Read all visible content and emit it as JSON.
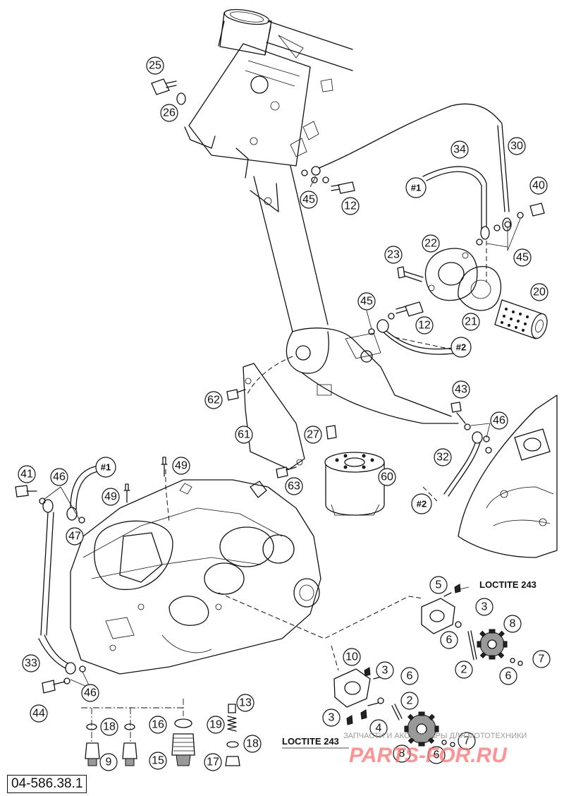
{
  "diagram": {
    "reference_number": "04-586.38.1",
    "annotations": {
      "loctite_top": "LOCTITE 243",
      "loctite_bottom": "LOCTITE 243"
    },
    "watermark": {
      "text_small": "ЗАПЧАСТИ И АКСЕССУАРЫ ДЛЯ МОТОТЕХНИКИ",
      "text_big": "PARTS-FOR.RU"
    },
    "callouts": [
      {
        "label": "25"
      },
      {
        "label": "26"
      },
      {
        "label": "45"
      },
      {
        "label": "12"
      },
      {
        "label": "34"
      },
      {
        "label": "30"
      },
      {
        "label": "#1"
      },
      {
        "label": "40"
      },
      {
        "label": "22"
      },
      {
        "label": "45"
      },
      {
        "label": "23"
      },
      {
        "label": "45"
      },
      {
        "label": "12"
      },
      {
        "label": "20"
      },
      {
        "label": "21"
      },
      {
        "label": "#2"
      },
      {
        "label": "62"
      },
      {
        "label": "61"
      },
      {
        "label": "27"
      },
      {
        "label": "43"
      },
      {
        "label": "46"
      },
      {
        "label": "32"
      },
      {
        "label": "#2"
      },
      {
        "label": "60"
      },
      {
        "label": "63"
      },
      {
        "label": "49"
      },
      {
        "label": "41"
      },
      {
        "label": "46"
      },
      {
        "label": "#1"
      },
      {
        "label": "49"
      },
      {
        "label": "47"
      },
      {
        "label": "5"
      },
      {
        "label": "3"
      },
      {
        "label": "8"
      },
      {
        "label": "6"
      },
      {
        "label": "7"
      },
      {
        "label": "2"
      },
      {
        "label": "6"
      },
      {
        "label": "10"
      },
      {
        "label": "3"
      },
      {
        "label": "6"
      },
      {
        "label": "2"
      },
      {
        "label": "3"
      },
      {
        "label": "4"
      },
      {
        "label": "7"
      },
      {
        "label": "8"
      },
      {
        "label": "6"
      },
      {
        "label": "33"
      },
      {
        "label": "46"
      },
      {
        "label": "44"
      },
      {
        "label": "13"
      },
      {
        "label": "18"
      },
      {
        "label": "16"
      },
      {
        "label": "19"
      },
      {
        "label": "18"
      },
      {
        "label": "9"
      },
      {
        "label": "15"
      },
      {
        "label": "17"
      }
    ]
  }
}
